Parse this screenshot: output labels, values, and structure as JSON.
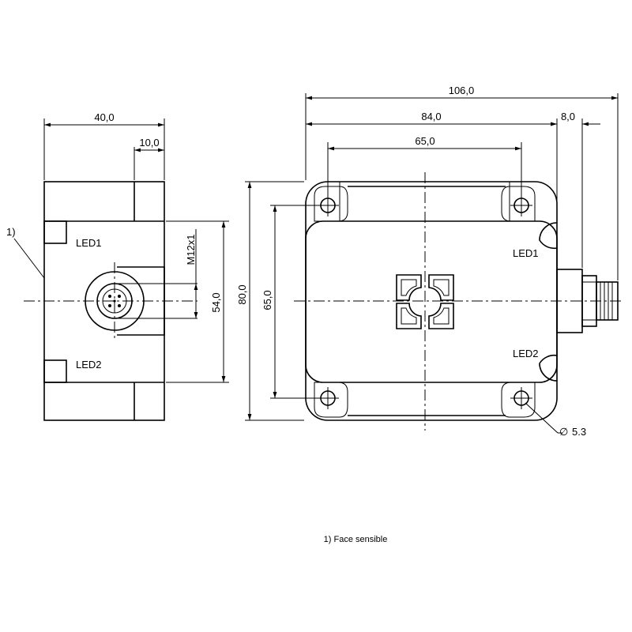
{
  "side_view": {
    "dim_width": "40,0",
    "dim_connector_offset": "10,0",
    "dim_connector_thread": "M12x1",
    "dim_height_inner": "54,0",
    "dim_height_total": "80,0",
    "led1": "LED1",
    "led2": "LED2",
    "callout": "1)"
  },
  "front_view": {
    "dim_overall_length": "106,0",
    "dim_body_length": "84,0",
    "dim_connector_length": "8,0",
    "dim_hole_spacing_x": "65,0",
    "dim_hole_spacing_y": "65,0",
    "led1": "LED1",
    "led2": "LED2",
    "hole_diameter_symbol": "∅",
    "hole_diameter_value": "5.3"
  },
  "footnote": "1) Face sensible"
}
